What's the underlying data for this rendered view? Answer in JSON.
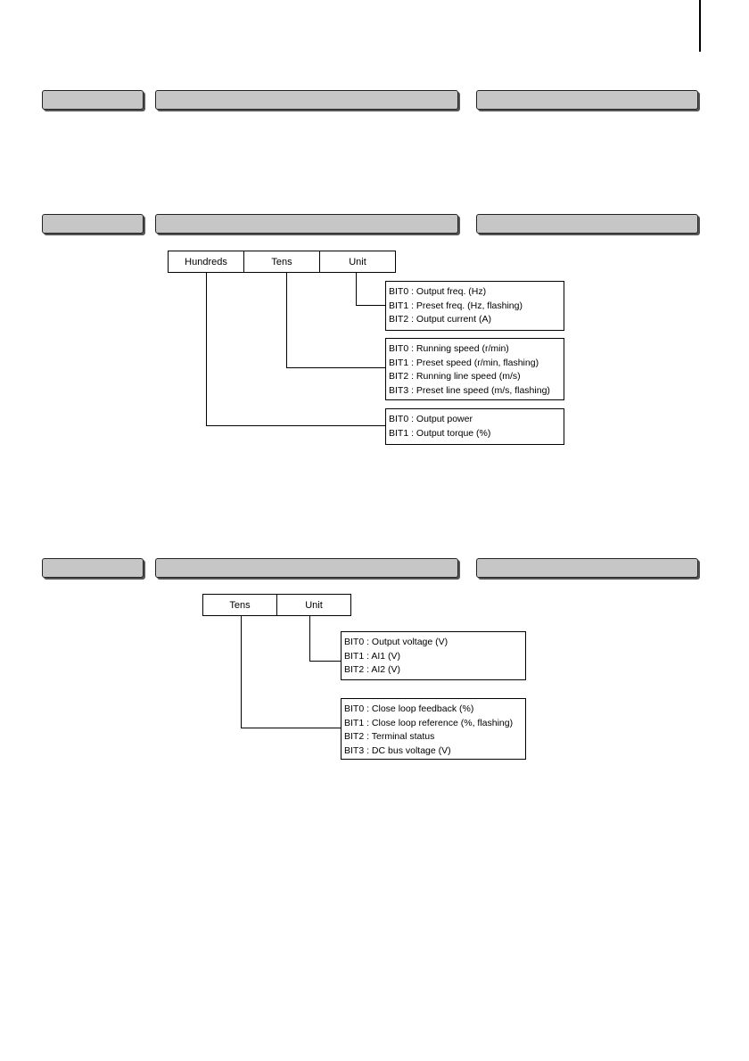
{
  "section1": {
    "header_cells": [],
    "groups": []
  },
  "section2": {
    "header_cells": [
      "Hundreds",
      "Tens",
      "Unit"
    ],
    "groups": [
      [
        "BIT0 : Output freq. (Hz)",
        "BIT1 : Preset freq. (Hz, flashing)",
        "BIT2 : Output current (A)"
      ],
      [
        "BIT0 : Running speed (r/min)",
        "BIT1 : Preset speed (r/min, flashing)",
        "BIT2 : Running line speed (m/s)",
        "BIT3 : Preset line speed (m/s, flashing)"
      ],
      [
        "BIT0 : Output power",
        "BIT1 : Output torque (%)"
      ]
    ]
  },
  "section3": {
    "header_cells": [
      "Tens",
      "Unit"
    ],
    "groups": [
      [
        "BIT0 : Output voltage (V)",
        "BIT1 : AI1 (V)",
        "BIT2 : AI2 (V)"
      ],
      [
        "BIT0 : Close loop feedback (%)",
        "BIT1 : Close loop reference (%, flashing)",
        "BIT2 : Terminal status",
        "BIT3 : DC bus voltage (V)"
      ]
    ]
  }
}
